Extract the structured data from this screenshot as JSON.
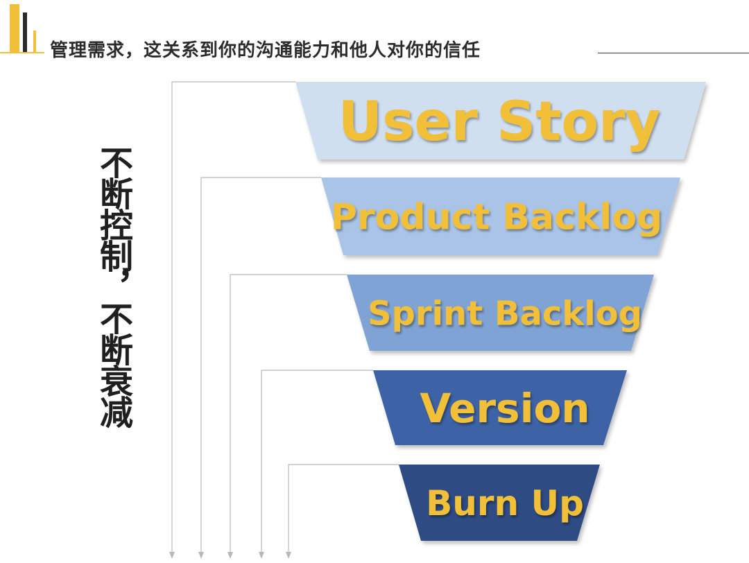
{
  "title": "管理需求，这关系到你的沟通能力和他人对你的信任",
  "side_text": "不断控制，不断衰减",
  "funnel": {
    "levels": [
      {
        "label": "User Story",
        "color": "#cfdff0"
      },
      {
        "label": "Product Backlog",
        "color": "#a9c4e6"
      },
      {
        "label": "Sprint Backlog",
        "color": "#7fa3d4"
      },
      {
        "label": "Version",
        "color": "#3c64a6"
      },
      {
        "label": "Burn Up",
        "color": "#2d4b83"
      }
    ]
  },
  "colors": {
    "accent_yellow": "#f2c038",
    "accent_dark": "#2b2b2b",
    "connector_gray": "#b8b8b8"
  }
}
